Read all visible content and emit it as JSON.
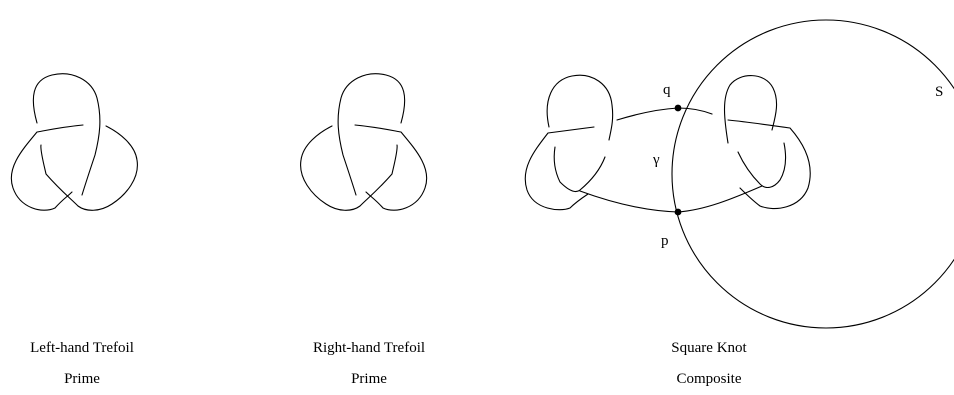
{
  "knots": [
    {
      "name": "Left-hand Trefoil",
      "type": "Prime"
    },
    {
      "name": "Right-hand Trefoil",
      "type": "Prime"
    },
    {
      "name": "Square Knot",
      "type": "Composite"
    }
  ],
  "labels": {
    "sphere": "S",
    "point_top": "q",
    "point_bottom": "p",
    "arc": "γ"
  }
}
